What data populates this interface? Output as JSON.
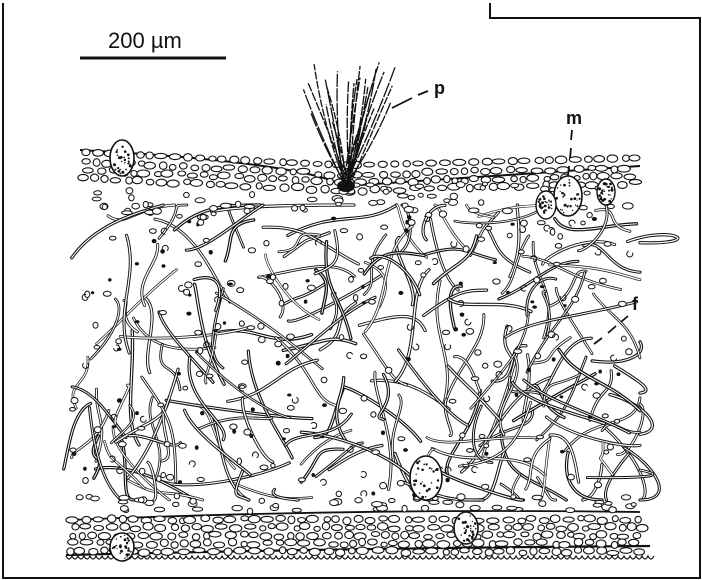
{
  "scale_bar": {
    "label": "200 µm"
  },
  "labels": {
    "p": "p",
    "m": "m",
    "f": "f"
  }
}
